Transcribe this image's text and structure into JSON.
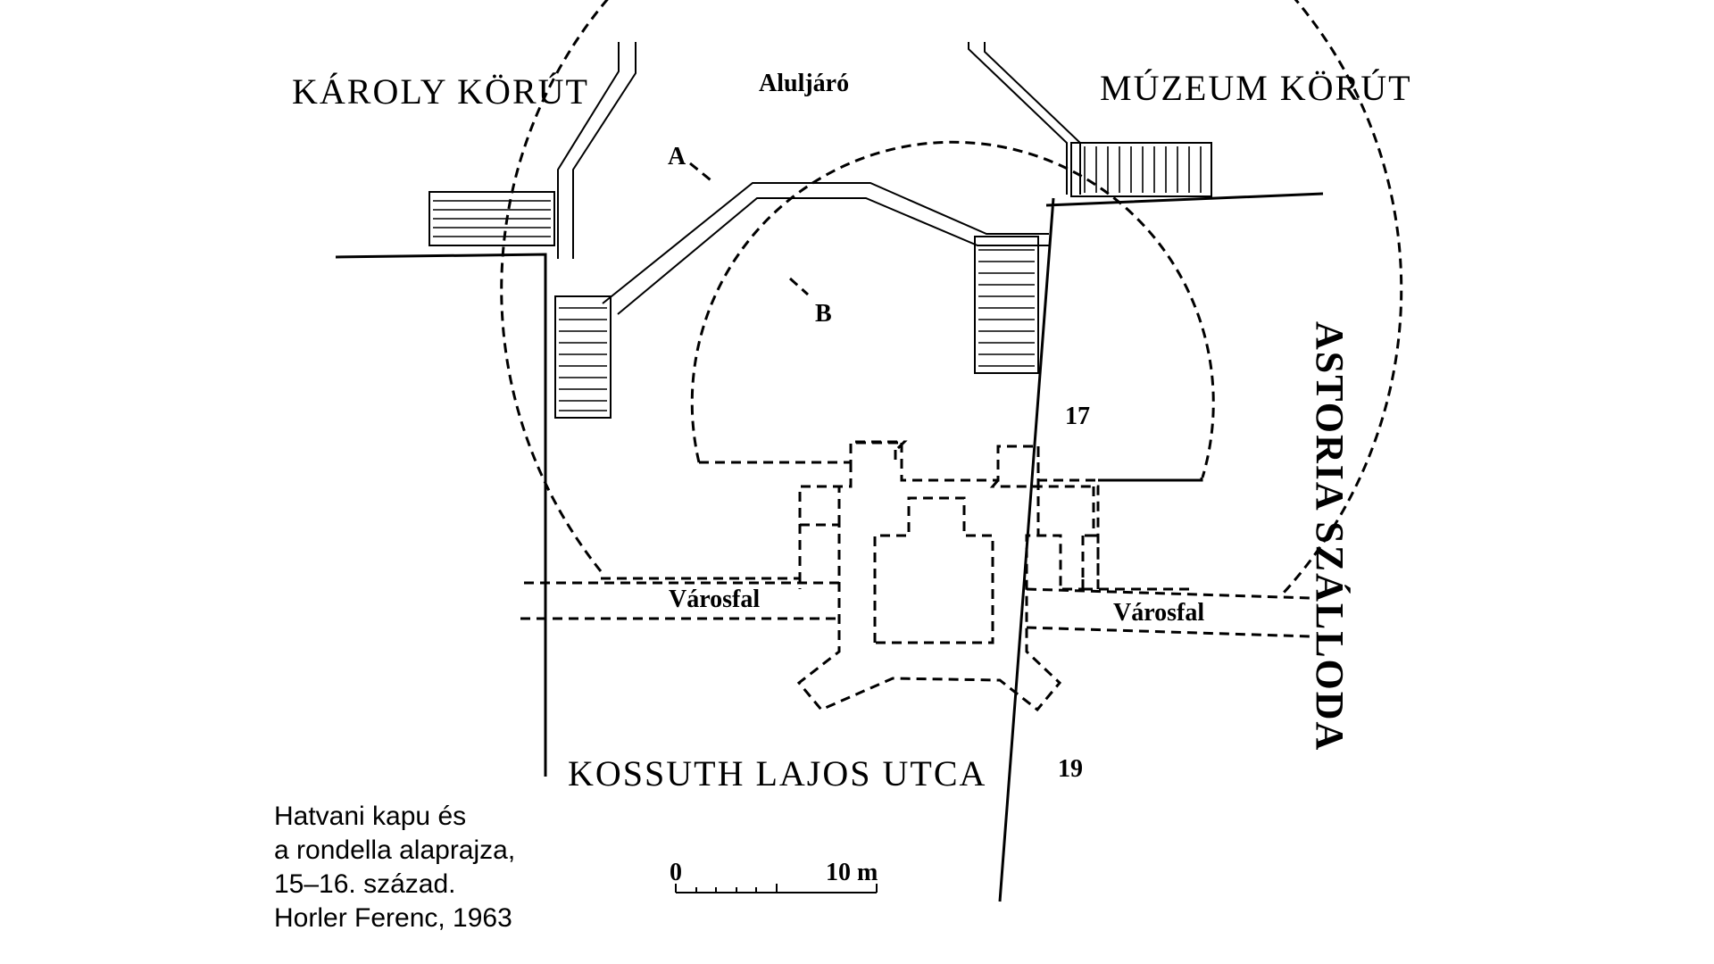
{
  "streets": {
    "karoly": "KÁROLY KÖRÚT",
    "muzeum": "MÚZEUM KÖRÚT",
    "kossuth": "KOSSUTH LAJOS UTCA",
    "astoria": "ASTORIA SZÁLLODA"
  },
  "labels": {
    "underpass": "Aluljáró",
    "a": "A",
    "b": "B",
    "n17": "17",
    "n19": "19",
    "wall_left": "Városfal",
    "wall_right": "Városfal"
  },
  "scale": {
    "zero": "0",
    "ten": "10 m"
  },
  "caption": {
    "line1": "Hatvani kapu és",
    "line2": "a rondella alaprajza,",
    "line3": "15–16. század.",
    "line4": "Horler Ferenc, 1963"
  }
}
